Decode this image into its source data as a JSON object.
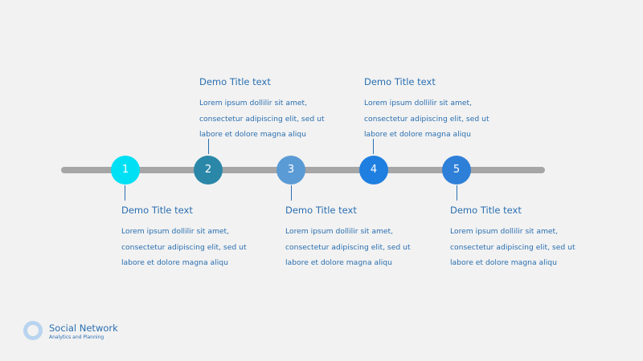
{
  "timeline": {
    "steps": [
      {
        "number": "1",
        "color": "#00e0f5",
        "title": "Demo Title text",
        "body": "Lorem ipsum dollilir sit amet,\nconsectetur adipiscing elit, sed ut\nlabore et dolore magna aliqu"
      },
      {
        "number": "2",
        "color": "#2b87a8",
        "title": "Demo Title text",
        "body": "Lorem ipsum dollilir sit amet,\nconsectetur adipiscing elit, sed ut\nlabore et dolore magna aliqu"
      },
      {
        "number": "3",
        "color": "#5b9bd5",
        "title": "Demo Title text",
        "body": "Lorem ipsum dollilir sit amet,\nconsectetur adipiscing elit, sed ut\nlabore et dolore magna aliqu"
      },
      {
        "number": "4",
        "color": "#1f7fe0",
        "title": "Demo Title text",
        "body": "Lorem ipsum dollilir sit amet,\nconsectetur adipiscing elit, sed ut\nlabore et dolore magna aliqu"
      },
      {
        "number": "5",
        "color": "#2e7fd8",
        "title": "Demo Title text",
        "body": "Lorem ipsum dollilir sit amet,\nconsectetur adipiscing elit, sed ut\nlabore et dolore magna aliqu"
      }
    ]
  },
  "brand": {
    "name": "Social Network",
    "tagline": "Analytics and Planning",
    "logo_color": "#b8d4ef"
  },
  "colors": {
    "text": "#2a6fb0",
    "track": "#a6a6a6",
    "background": "#f2f2f2"
  }
}
